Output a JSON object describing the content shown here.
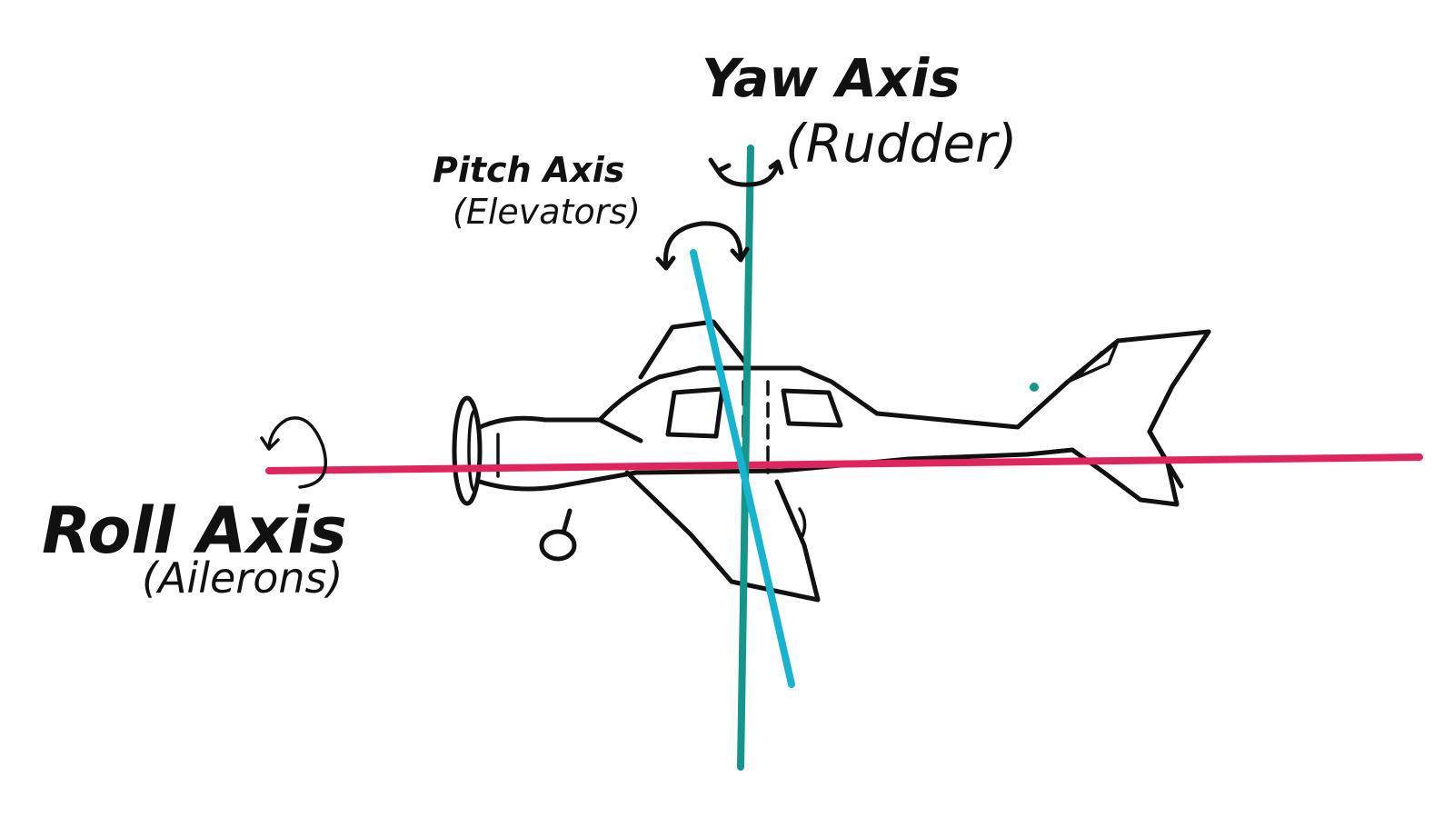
{
  "labels": {
    "yaw_title": "Yaw Axis",
    "yaw_sub": "(Rudder)",
    "pitch_title": "Pitch Axis",
    "pitch_sub": "(Elevators)",
    "roll_title": "Roll Axis",
    "roll_sub": "(Ailerons)"
  },
  "colors": {
    "ink": "#111111",
    "roll_axis": "#e0245e",
    "yaw_axis": "#14968a",
    "pitch_axis": "#17b3cf",
    "background": "#ffffff"
  }
}
